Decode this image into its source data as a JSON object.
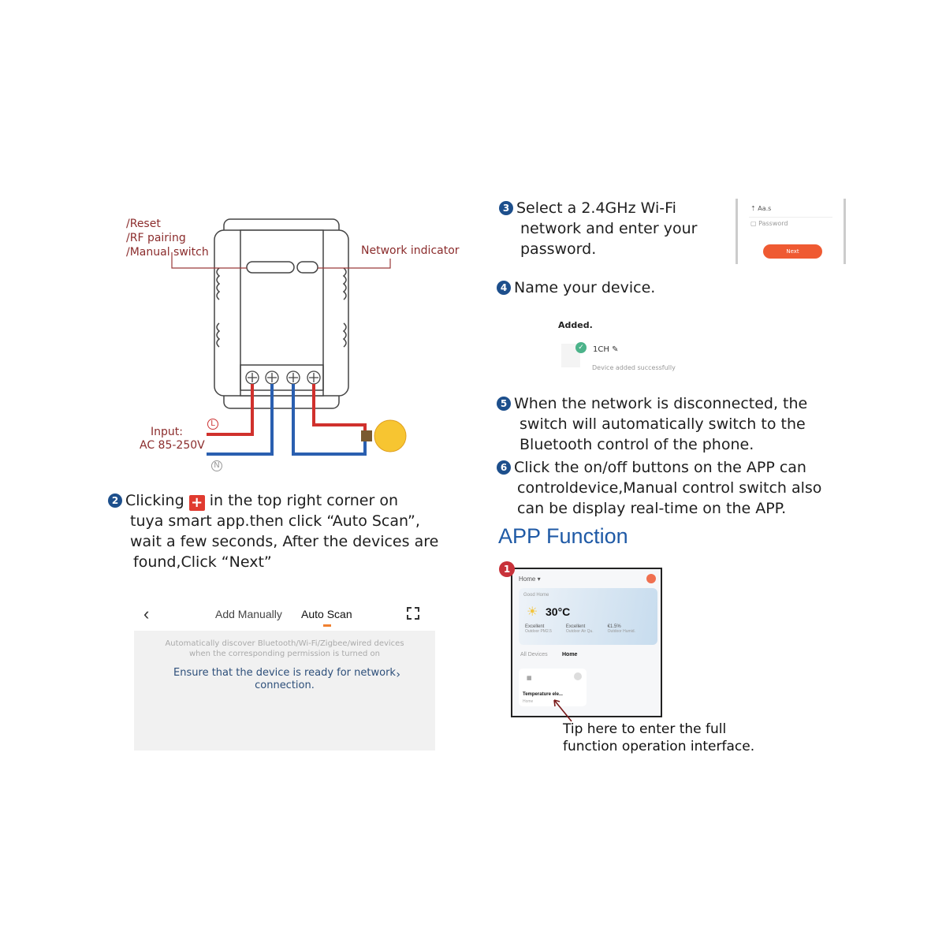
{
  "diagram": {
    "button_labels": [
      "/Reset",
      "/RF pairing",
      "/Manual switch"
    ],
    "network_indicator": "Network indicator",
    "input_label": "Input:",
    "input_voltage": "AC 85-250V",
    "live_symbol": "L",
    "neutral_symbol": "N",
    "colors": {
      "live": "#d0312d",
      "neutral": "#2a5fb0",
      "label": "#8b2c2c"
    }
  },
  "step2": {
    "number": "2",
    "lines": [
      "Clicking",
      "in the top right corner on",
      "tuya smart app.then click “Auto Scan”,",
      "wait a few seconds, After the devices are",
      "found,Click “Next”"
    ],
    "icon": "plus-icon"
  },
  "auto_scan": {
    "tab_manual": "Add Manually",
    "tab_auto": "Auto Scan",
    "hint_line1": "Automatically discover Bluetooth/Wi-Fi/Zigbee/wired devices",
    "hint_line2": "when the corresponding permission is turned on",
    "ready_line1": "Ensure that the device is ready for network",
    "ready_line2": "connection."
  },
  "step3": {
    "number": "3",
    "lines": [
      "Select a 2.4GHz Wi-Fi",
      "network and enter your",
      "password."
    ]
  },
  "wifi_form": {
    "ssid": "Aa.s",
    "password_placeholder": "Password",
    "next": "Next"
  },
  "step4": {
    "number": "4",
    "text": "Name your device."
  },
  "added": {
    "title": "Added.",
    "device_name": "1CH",
    "status": "Device added successfully"
  },
  "step5": {
    "number": "5",
    "lines": [
      "When the network is disconnected, the",
      "switch will automatically switch to the",
      "Bluetooth control of the phone."
    ]
  },
  "step6": {
    "number": "6",
    "lines": [
      "Click the on/off buttons on the APP can",
      "controldevice,Manual control switch also",
      "can be display real-time on the APP."
    ]
  },
  "app_function": {
    "heading": "APP Function",
    "badge": "1",
    "home_label": "Home ▾",
    "weather_place": "Good Home",
    "temperature": "30°C",
    "stats": [
      "Excellent",
      "Excellent",
      "€1.5%"
    ],
    "stat_subs": [
      "Outdoor PM2.5",
      "Outdoor Air Qu.",
      "Outdoor Humid."
    ],
    "tab_all": "All Devices",
    "tab_home": "Home",
    "device_name": "Temperature ele...",
    "device_room": "Home",
    "tip_lines": [
      "Tip here to enter the full",
      "function operation interface."
    ]
  }
}
